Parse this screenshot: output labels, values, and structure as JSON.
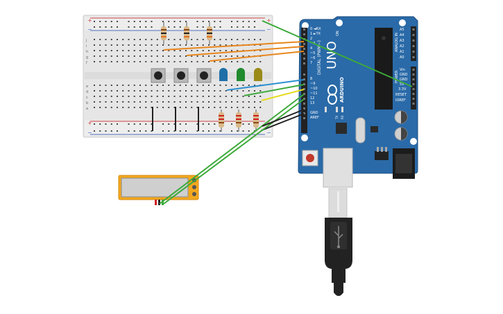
{
  "breadboard": {
    "rail_plus": "+",
    "rail_minus": "−",
    "row_letters_top": [
      "j",
      "i",
      "h",
      "g",
      "f"
    ],
    "row_letters_bottom": [
      "e",
      "d",
      "c",
      "b",
      "a"
    ]
  },
  "arduino": {
    "model": "UNO",
    "brand": "ARDUINO",
    "digital_header_label": "DIGITAL (PWM~)",
    "analog_header_label": "ANALOG IN",
    "power_header_label": "POWER",
    "on_label": "ON",
    "tx_label": "TX",
    "rx_label": "RX",
    "digital_pins": [
      "0 ◄RX",
      "1 ►TX",
      "2",
      "~3",
      "4",
      "~5",
      "~6",
      "7",
      "8",
      "~9",
      "~10",
      "~11",
      "12",
      "13",
      "GND",
      "AREF"
    ],
    "analog_pins": [
      "A5",
      "A4",
      "A3",
      "A2",
      "A1",
      "A0"
    ],
    "power_pins": [
      "Vin",
      "GND",
      "GND",
      "5V",
      "3.3V",
      "RESET",
      "IOREF"
    ]
  },
  "components": {
    "leds": [
      {
        "color": "#1e6fa8"
      },
      {
        "color": "#1f8a2e"
      },
      {
        "color": "#9a8a18"
      }
    ],
    "lcd_color": "#f2a81d",
    "wire_colors": {
      "orange": "#e8861c",
      "blue": "#2b8fcf",
      "green": "#3daa3a",
      "yellow": "#e6dc1e",
      "black": "#222222",
      "red": "#d02020"
    }
  }
}
